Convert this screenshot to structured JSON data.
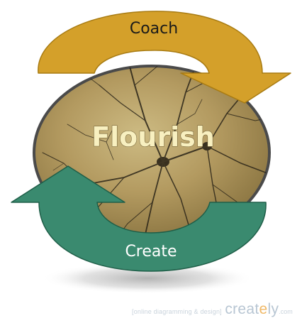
{
  "diagram": {
    "center_label": "Flourish",
    "top_arrow_label": "Coach",
    "bottom_arrow_label": "Create",
    "colors": {
      "coach_arrow": "#d4a02a",
      "create_arrow": "#3a8a6f",
      "circle_fill": "#b8a068",
      "circle_border": "#4a4a4a",
      "center_label": "#f8f0c0"
    }
  },
  "watermark": {
    "tagline": "[online diagramming & design]",
    "brand_prefix": "creat",
    "brand_accent": "e",
    "brand_suffix": "ly",
    "tld": ".com"
  }
}
